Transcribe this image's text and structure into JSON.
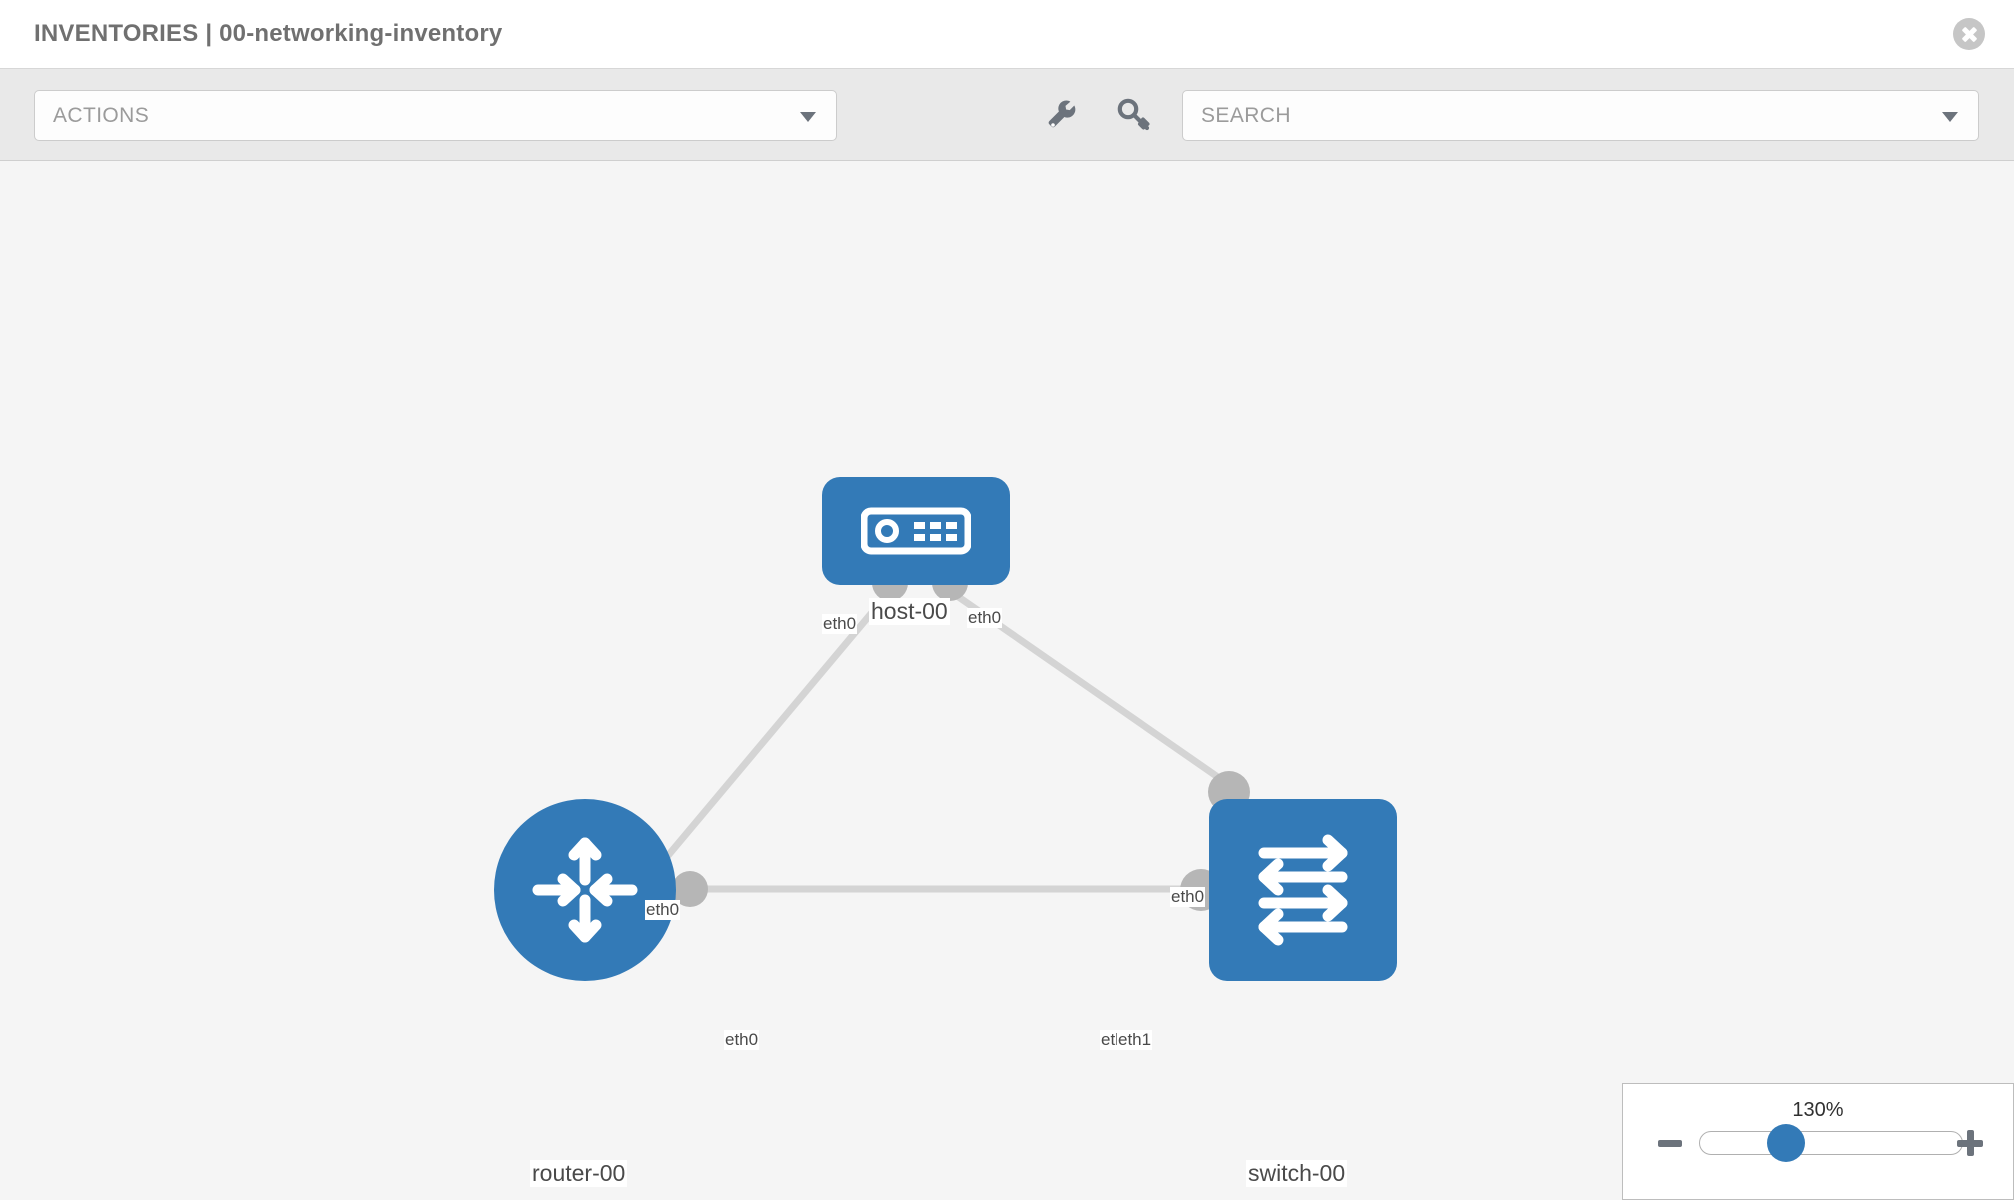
{
  "header": {
    "title": "INVENTORIES | 00-networking-inventory",
    "close_icon": "close-icon"
  },
  "toolbar": {
    "actions_label": "ACTIONS",
    "actions_caret_icon": "chevron-down-icon",
    "wrench_icon": "wrench-icon",
    "key_icon": "key-icon",
    "search_placeholder": "SEARCH",
    "search_caret_icon": "chevron-down-icon"
  },
  "colors": {
    "node_blue": "#337ab7",
    "link_gray": "#d4d4d4",
    "port_gray": "#b6b6b6",
    "canvas_bg": "#f5f5f5",
    "toolbar_bg": "#e9e9e9",
    "title_text": "#707070"
  },
  "topology": {
    "nodes": [
      {
        "id": "host-00",
        "label": "host-00",
        "icon": "server-icon",
        "shape": "square"
      },
      {
        "id": "router-00",
        "label": "router-00",
        "icon": "router-icon",
        "shape": "circle"
      },
      {
        "id": "switch-00",
        "label": "switch-00",
        "icon": "switch-icon",
        "shape": "square"
      }
    ],
    "links": [
      {
        "from": "host-00",
        "to": "router-00",
        "from_port": "eth0",
        "to_port": "eth0"
      },
      {
        "from": "host-00",
        "to": "switch-00",
        "from_port": "eth0",
        "to_port": "eth0"
      },
      {
        "from": "router-00",
        "to": "switch-00",
        "from_port": "eth0",
        "to_port": "eth1"
      }
    ],
    "port_labels": {
      "host_left": "eth0",
      "host_right": "eth0",
      "router_up": "eth0",
      "router_right": "eth0",
      "switch_up": "eth0",
      "switch_left_under": "eth",
      "switch_left": "eth1"
    }
  },
  "zoom_control": {
    "value": "130%",
    "minus_label": "−",
    "plus_label": "+"
  }
}
